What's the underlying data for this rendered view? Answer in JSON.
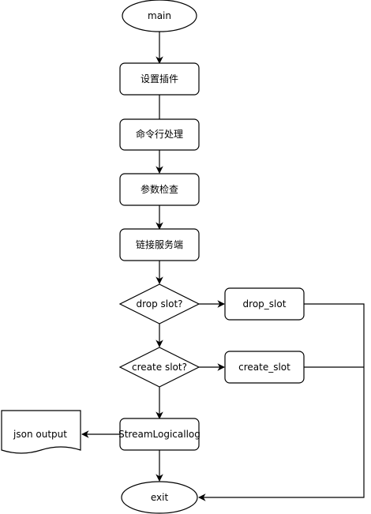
{
  "nodes": {
    "main": "main",
    "setup_plugin": "设置插件",
    "cmdline": "命令行处理",
    "param_check": "参数检查",
    "connect_server": "链接服务端",
    "drop_slot_q": "drop slot?",
    "drop_slot": "drop_slot",
    "create_slot_q": "create slot?",
    "create_slot": "create_slot",
    "stream": "StreamLogicallog",
    "json_output": "json output",
    "exit": "exit"
  }
}
